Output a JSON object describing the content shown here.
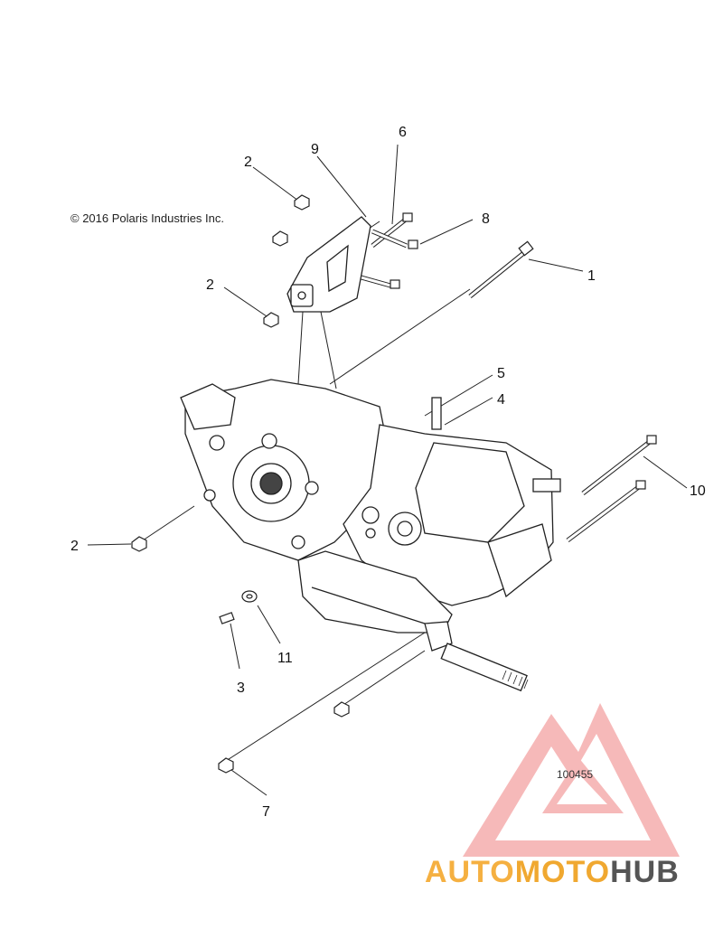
{
  "copyright": "© 2016 Polaris Industries Inc.",
  "reference_number": "100455",
  "callouts": {
    "c1": "1",
    "c2a": "2",
    "c2b": "2",
    "c2c": "2",
    "c3": "3",
    "c4": "4",
    "c5": "5",
    "c6": "6",
    "c7": "7",
    "c8": "8",
    "c9": "9",
    "c10": "10",
    "c11": "11"
  },
  "watermark": {
    "part1": "AUTO",
    "part2": "MOTO",
    "part3": "HUB",
    "color_primary": "#f5a623",
    "color_red": "#e8402a",
    "color_dark": "#4a4a4a"
  }
}
